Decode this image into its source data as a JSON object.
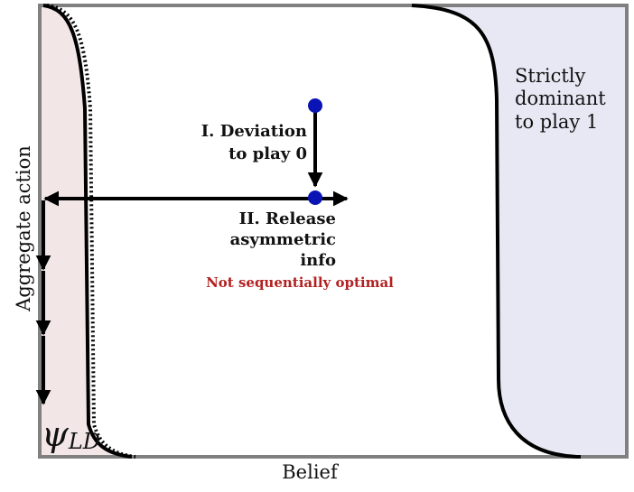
{
  "figure": {
    "x_label": "Belief",
    "y_label": "Aggregate action",
    "curve_label": "ψ",
    "curve_label_sub": "LD",
    "region_right_lines": [
      "Strictly",
      "dominant",
      "to play 1"
    ],
    "step1_lines": [
      "I. Deviation",
      "to play 0"
    ],
    "step2_lines": [
      "II. Release",
      "asymmetric",
      "info"
    ],
    "warning": "Not sequentially optimal"
  },
  "colors": {
    "frame": "#808080",
    "left_region": "#f2e6e6",
    "right_region": "#e8e8f4",
    "curve": "#000000",
    "point": "#0a14b4",
    "warning": "#b22222",
    "arrow": "#000000"
  },
  "icons": {
    "point_marker": "filled-circle",
    "arrow_head": "triangle"
  }
}
